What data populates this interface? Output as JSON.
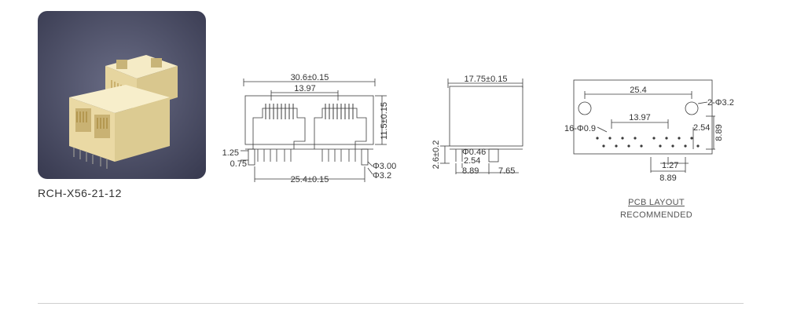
{
  "product": {
    "part_number": "RCH-X56-21-12"
  },
  "front_view": {
    "overall_width": "30.6±0.15",
    "port_pitch": "13.97",
    "height": "11.5±0.15",
    "offset_a": "1.25",
    "offset_b": "0.75",
    "pin_span": "25.4±0.15",
    "peg_dia_1": "Φ3.00",
    "peg_dia_2": "Φ3.2"
  },
  "side_view": {
    "depth": "17.75±0.15",
    "standoff": "2.6±0.2",
    "pin_dia": "Φ0.46",
    "row_pitch": "2.54",
    "dim_a": "8.89",
    "dim_b": "7.65"
  },
  "pcb_layout": {
    "hole_span": "25.4",
    "mount_holes": "2-Φ3.2",
    "pin_holes": "16-Φ0.9",
    "port_pitch": "13.97",
    "row_pitch": "2.54",
    "height": "8.89",
    "pin_pitch": "1.27",
    "bottom_span": "8.89",
    "caption_line1": "PCB LAYOUT",
    "caption_line2": "RECOMMENDED"
  },
  "colors": {
    "housing": "#efe2b4",
    "background": "#4a4c63",
    "line": "#3a3a3a"
  }
}
